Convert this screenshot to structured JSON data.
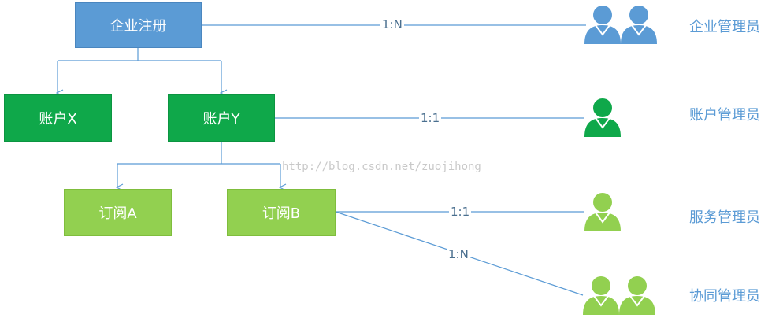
{
  "nodes": {
    "enterprise_registration": "企业注册",
    "account_x": "账户X",
    "account_y": "账户Y",
    "subscription_a": "订阅A",
    "subscription_b": "订阅B"
  },
  "relations": {
    "enterprise_admin": "1:N",
    "account_admin": "1:1",
    "service_admin": "1:1",
    "co_admin": "1:N"
  },
  "roles": {
    "enterprise_admin": "企业管理员",
    "account_admin": "账户管理员",
    "service_admin": "服务管理员",
    "co_admin": "协同管理员"
  },
  "watermark": "http://blog.csdn.net/zuojihong",
  "colors": {
    "blue": "#5b9bd5",
    "dark_green": "#0fa84a",
    "light_green": "#92d050",
    "connector": "#5b9bd5"
  },
  "icons": {
    "enterprise_admin": "two-person-icon",
    "account_admin": "person-icon",
    "service_admin": "person-icon",
    "co_admin": "two-person-icon"
  }
}
